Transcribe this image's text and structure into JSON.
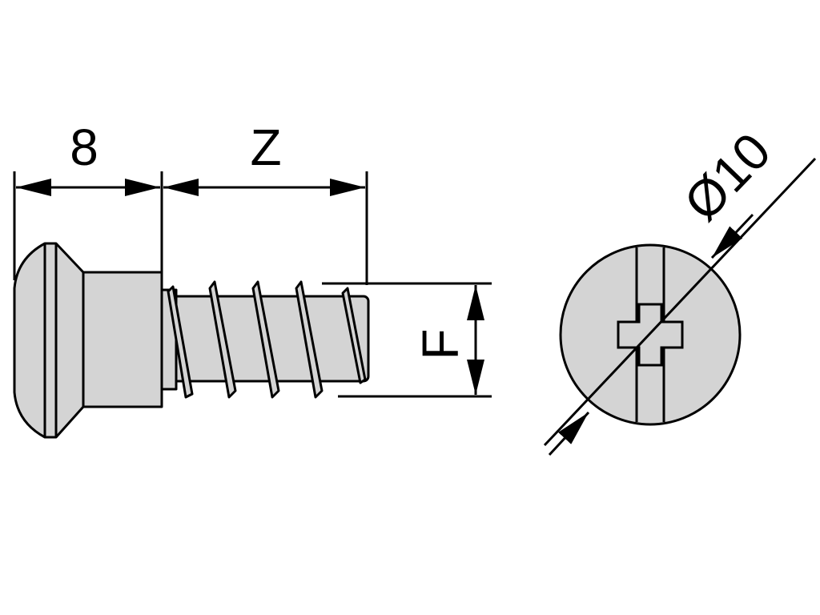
{
  "labels": {
    "length_head": "8",
    "length_thread": "Z",
    "thread_diameter": "F",
    "head_diameter": "Ø10"
  },
  "colors": {
    "metal_fill": "#d4d4d4",
    "outline": "#000000",
    "background": "#ffffff"
  }
}
